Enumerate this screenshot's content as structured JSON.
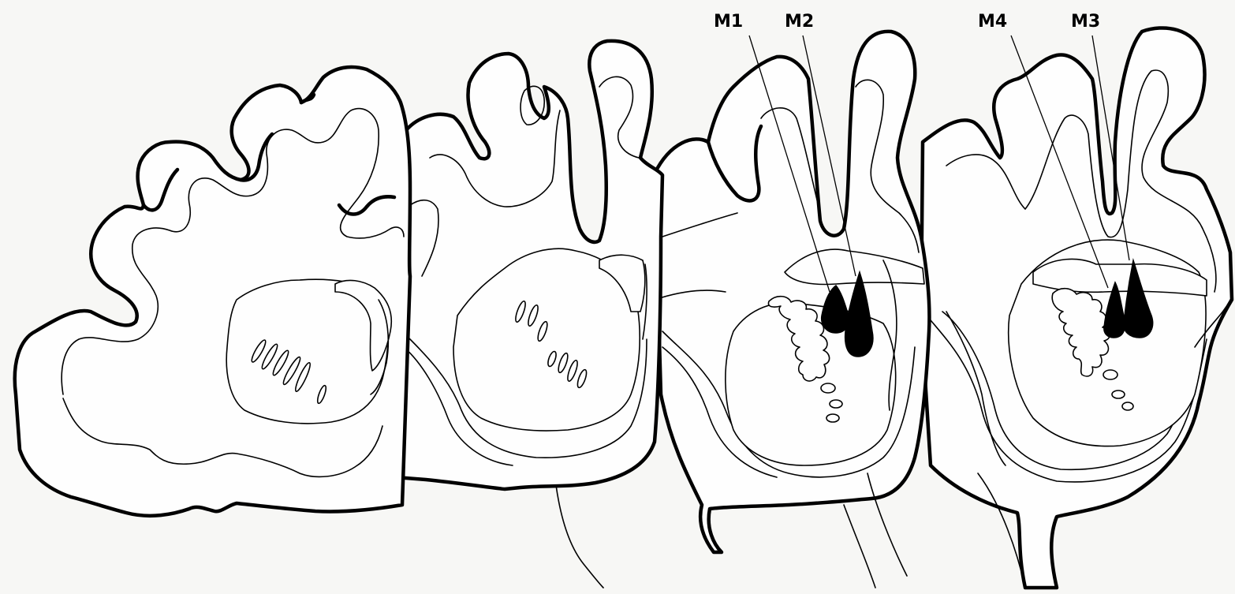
{
  "labels": {
    "m1": "M1",
    "m2": "M2",
    "m3": "M3",
    "m4": "M4"
  },
  "colors": {
    "background": "#f7f7f5",
    "ink": "#000000",
    "lesion": "#000000"
  },
  "sections": [
    {
      "id": "section-1",
      "has_lesion": false
    },
    {
      "id": "section-2",
      "has_lesion": false
    },
    {
      "id": "section-3",
      "has_lesion": true,
      "lesions": [
        "M1",
        "M2"
      ]
    },
    {
      "id": "section-4",
      "has_lesion": true,
      "lesions": [
        "M4",
        "M3"
      ]
    }
  ]
}
